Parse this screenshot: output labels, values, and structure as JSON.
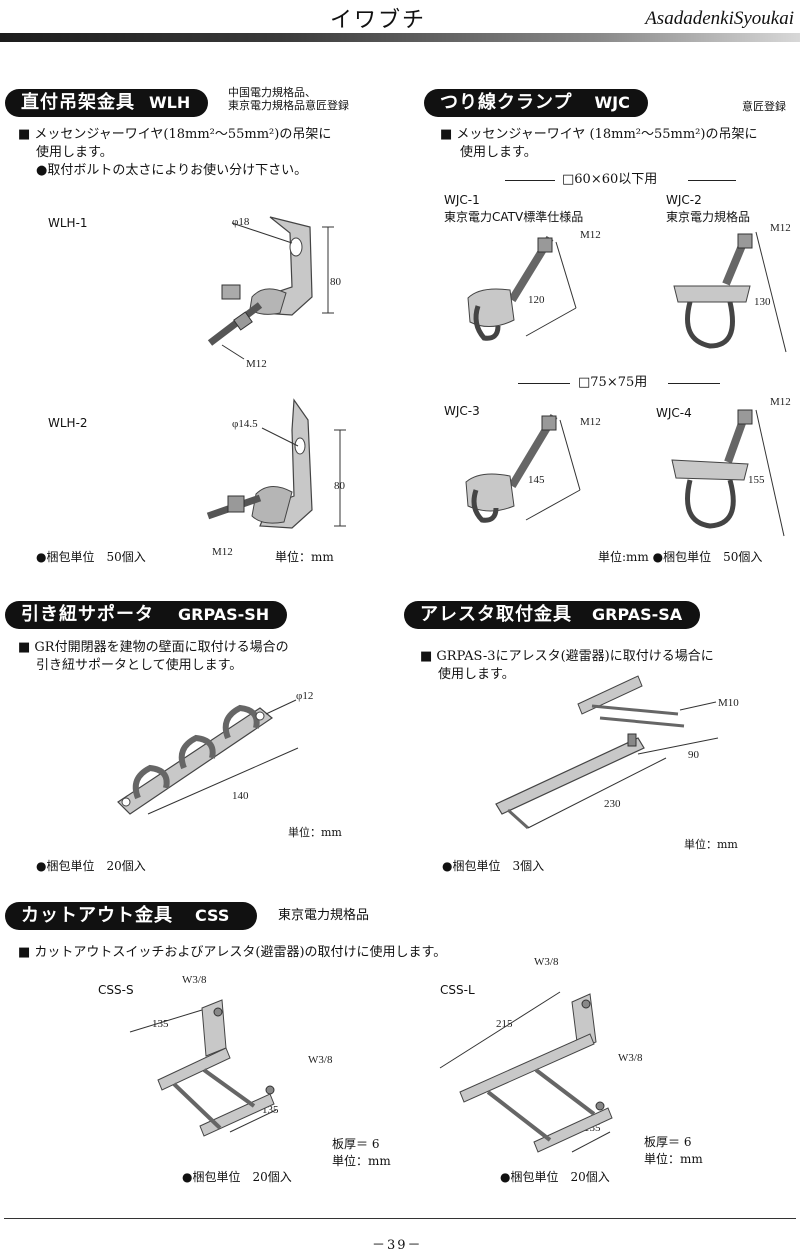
{
  "header": {
    "title": "イワブチ",
    "brand": "AsadadenkiSyoukai"
  },
  "sections": {
    "wlh": {
      "name": "直付吊架金具",
      "code": "WLH",
      "note_line1": "中国電力規格品、",
      "note_line2": "東京電力規格品意匠登録",
      "desc_line1": "■ メッセンジャーワイヤ(18mm²～55mm²)の吊架に",
      "desc_line2": "使用します。",
      "desc_line3": "●取付ボルトの太さによりお使い分け下さい。",
      "item1": {
        "label": "WLH-1",
        "dim_hole": "φ18",
        "dim_h": "80",
        "dim_bolt": "M12"
      },
      "item2": {
        "label": "WLH-2",
        "dim_hole": "φ14.5",
        "dim_h": "80",
        "dim_bolt": "M12"
      },
      "packing": "●梱包単位　50個入",
      "unit": "単位：mm"
    },
    "wjc": {
      "name": "つり線クランプ",
      "code": "WJC",
      "note": "意匠登録",
      "desc_line1": "■ メッセンジャーワイヤ (18mm²～55mm²)の吊架に",
      "desc_line2": "使用します。",
      "group1": "□60×60以下用",
      "group2": "□75×75用",
      "item1": {
        "label": "WJC-1",
        "sub": "東京電力CATV標準仕様品",
        "dim_bolt": "M12",
        "dim_len": "120"
      },
      "item2": {
        "label": "WJC-2",
        "sub": "東京電力規格品",
        "dim_bolt": "M12",
        "dim_len": "130"
      },
      "item3": {
        "label": "WJC-3",
        "dim_bolt": "M12",
        "dim_len": "145"
      },
      "item4": {
        "label": "WJC-4",
        "dim_bolt": "M12",
        "dim_len": "155"
      },
      "footer": "単位:mm ●梱包単位　50個入"
    },
    "grpas_sh": {
      "name": "引き紐サポータ",
      "code": "GRPAS-SH",
      "desc_line1": "■ GR付開閉器を建物の壁面に取付ける場合の",
      "desc_line2": "引き紐サポータとして使用します。",
      "dim_hole": "φ12",
      "dim_len": "140",
      "unit": "単位：mm",
      "packing": "●梱包単位　20個入"
    },
    "grpas_sa": {
      "name": "アレスタ取付金具",
      "code": "GRPAS-SA",
      "desc_line1": "■ GRPAS-3にアレスタ(避雷器)に取付ける場合に",
      "desc_line2": "使用します。",
      "dim_bolt": "M10",
      "dim_90": "90",
      "dim_230": "230",
      "unit": "単位：mm",
      "packing": "●梱包単位　3個入"
    },
    "css": {
      "name": "カットアウト金具",
      "code": "CSS",
      "note": "東京電力規格品",
      "desc": "■ カットアウトスイッチおよびアレスタ(避雷器)の取付けに使用します。",
      "item_s": {
        "label": "CSS-S",
        "dim_w1": "W3/8",
        "dim_w2": "W3/8",
        "dim_a": "135",
        "dim_b": "135",
        "thickness": "板厚＝ 6",
        "unit": "単位：mm",
        "packing": "●梱包単位　20個入"
      },
      "item_l": {
        "label": "CSS-L",
        "dim_w1": "W3/8",
        "dim_w2": "W3/8",
        "dim_a": "215",
        "dim_b": "135",
        "thickness": "板厚＝ 6",
        "unit": "単位：mm",
        "packing": "●梱包単位　20個入"
      }
    }
  },
  "footer": {
    "page": "－39－"
  }
}
